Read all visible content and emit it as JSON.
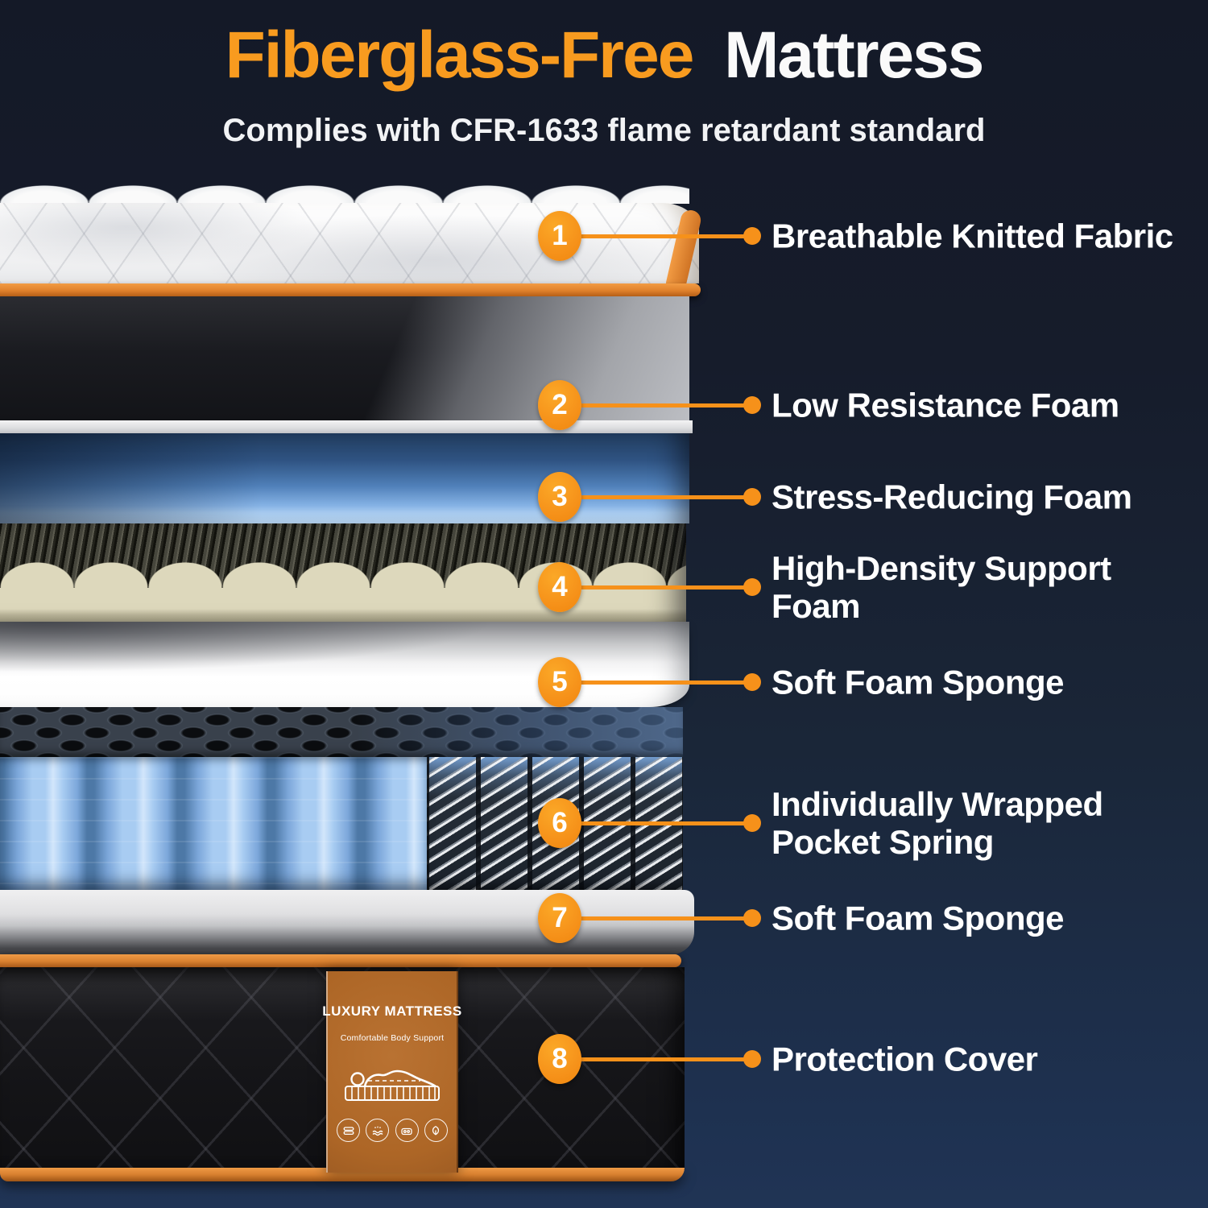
{
  "title": {
    "highlight": "Fiberglass-Free",
    "rest": "Mattress"
  },
  "subtitle": "Complies with CFR-1633 flame retardant standard",
  "colors": {
    "accent_orange": "#F6911A",
    "title_orange": "#F89B1F",
    "background_top": "#141927",
    "background_bottom": "#1E3150",
    "trim_orange": "#D8802F",
    "spring_blue": "#A8CCF2",
    "label_brown": "#AD6626"
  },
  "callouts": [
    {
      "num": "1",
      "label": "Breathable Knitted Fabric"
    },
    {
      "num": "2",
      "label": "Low Resistance Foam"
    },
    {
      "num": "3",
      "label": "Stress-Reducing Foam"
    },
    {
      "num": "4",
      "label": "High-Density Support Foam"
    },
    {
      "num": "5",
      "label": "Soft Foam Sponge"
    },
    {
      "num": "6",
      "label": "Individually Wrapped\nPocket Spring"
    },
    {
      "num": "7",
      "label": "Soft Foam Sponge"
    },
    {
      "num": "8",
      "label": "Protection Cover"
    }
  ],
  "mattress_label": {
    "title": "LUXURY MATTRESS",
    "subtitle": "Comfortable Body Support",
    "icons": [
      "layers-icon",
      "breathability-icon",
      "pocket-spring-icon",
      "leaf-icon"
    ]
  }
}
